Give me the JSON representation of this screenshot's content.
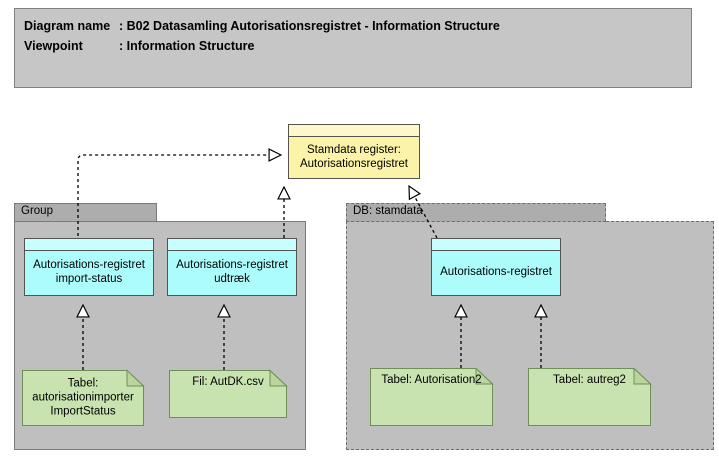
{
  "header": {
    "line1_key": "Diagram name",
    "line1_sep": ":",
    "line1_value": "B02 Datasamling Autorisationsregistret - Information Structure",
    "line2_key": "Viewpoint",
    "line2_sep": ":",
    "line2_value": "Information Structure"
  },
  "groups": [
    {
      "id": "group-a",
      "label": "Group",
      "border": "solid"
    },
    {
      "id": "group-b",
      "label": "DB: stamdata",
      "border": "dashed"
    }
  ],
  "nodes": [
    {
      "id": "node-stamdata",
      "label": "Stamdata register: Autorisationsregistret",
      "color": "#fbf4a8"
    },
    {
      "id": "node-import-status",
      "label": "Autorisations-registret import-status",
      "color": "#adfcfc"
    },
    {
      "id": "node-udtraek",
      "label": "Autorisations-registret udtræk",
      "color": "#adfcfc"
    },
    {
      "id": "node-autreg",
      "label": "Autorisations-registret",
      "color": "#adfcfc"
    }
  ],
  "documents": [
    {
      "id": "doc-importstatus",
      "label": "Tabel: autorisationimporter ImportStatus",
      "color": "#c9e3b0"
    },
    {
      "id": "doc-autdk",
      "label": "Fil: AutDK.csv",
      "color": "#c9e3b0"
    },
    {
      "id": "doc-autorisation2",
      "label": "Tabel: Autorisation2",
      "color": "#c9e3b0"
    },
    {
      "id": "doc-autreg2",
      "label": "Tabel: autreg2",
      "color": "#c9e3b0"
    }
  ],
  "connectors": [
    {
      "name": "import-status-to-stamdata",
      "from": "node-import-status",
      "to": "node-stamdata",
      "arrow": "hollow-triangle",
      "line": "dashed"
    },
    {
      "name": "udtraek-to-stamdata",
      "from": "node-udtraek",
      "to": "node-stamdata",
      "arrow": "hollow-triangle",
      "line": "dashed"
    },
    {
      "name": "autreg-to-stamdata",
      "from": "node-autreg",
      "to": "node-stamdata",
      "arrow": "hollow-triangle",
      "line": "dashed"
    },
    {
      "name": "importstatus-doc-to-node",
      "from": "doc-importstatus",
      "to": "node-import-status",
      "arrow": "hollow-triangle",
      "line": "dashed"
    },
    {
      "name": "autdk-to-udtraek",
      "from": "doc-autdk",
      "to": "node-udtraek",
      "arrow": "hollow-triangle",
      "line": "dashed"
    },
    {
      "name": "autorisation2-to-autreg",
      "from": "doc-autorisation2",
      "to": "node-autreg",
      "arrow": "hollow-triangle",
      "line": "dashed"
    },
    {
      "name": "autreg2-to-autreg",
      "from": "doc-autreg2",
      "to": "node-autreg",
      "arrow": "hollow-triangle",
      "line": "dashed"
    }
  ],
  "palette": {
    "canvas": "#ffffff",
    "header_fill": "#c6c6c6",
    "group_body": "#bfbfbf",
    "group_tab": "#adadad",
    "node_yellow": "#fbf4a8",
    "node_cyan": "#adfcfc",
    "doc_green": "#c9e3b0",
    "stroke": "#55544e"
  }
}
